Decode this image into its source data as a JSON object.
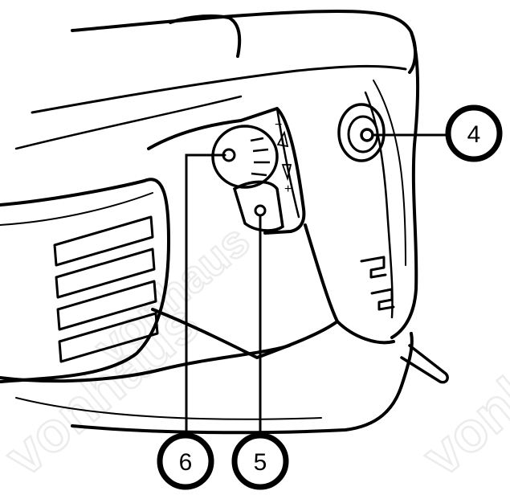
{
  "watermark": {
    "text": "vonhaus",
    "color": "#e6e6e6"
  },
  "callouts": [
    {
      "id": "4",
      "label": "4",
      "part": "round-button"
    },
    {
      "id": "5",
      "label": "5",
      "part": "lever-button"
    },
    {
      "id": "6",
      "label": "6",
      "part": "speed-dial"
    }
  ],
  "dial_markings": {
    "minus": "−",
    "plus": "+"
  },
  "colors": {
    "line": "#000000",
    "background": "#ffffff"
  }
}
